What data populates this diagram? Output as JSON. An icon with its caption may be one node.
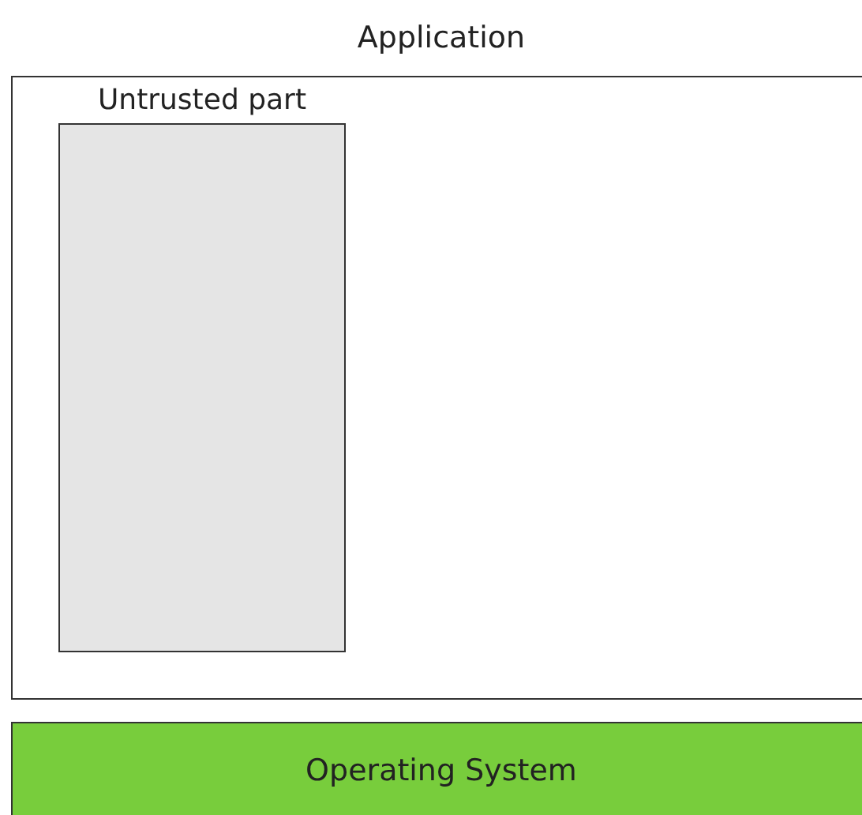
{
  "diagram": {
    "nodes": [
      {
        "text": [
          "Application"
        ]
      },
      {
        "text": [
          "Untrusted part"
        ],
        "in": 0
      },
      {
        "text": [
          "Operating System"
        ]
      }
    ]
  }
}
